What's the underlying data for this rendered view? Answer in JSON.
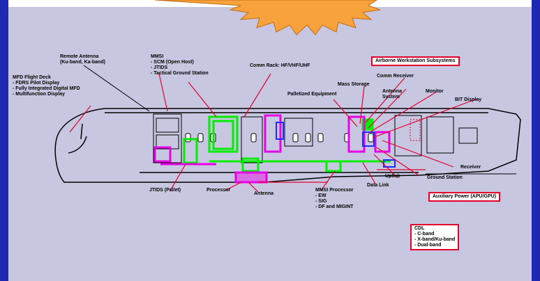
{
  "colors": {
    "panel": "#c7c7e2",
    "frame": "#1f28b0",
    "starburst": "#f7a23c",
    "callout_box": "#e4002b",
    "leader_line": "#e4002b",
    "equipment_green": "#00ee00",
    "equipment_magenta": "#e800e8",
    "equipment_blue": "#1e2cff"
  },
  "labels": {
    "remote_antenna": [
      "Remote Antenna",
      "(Ku-band, Ka-band)"
    ],
    "mmsi": [
      "MMSI",
      "- SCM (Open Host)",
      "- JTIDS",
      "- Tactical Ground Station"
    ],
    "comm_rack": "Comm Rack: HF/VHF/UHF",
    "mfd_flight_deck": [
      "MFD Flight Deck",
      "- FDRS Pilot Display",
      "- Fully Integrated Digital MFD",
      "- Multifunction Display"
    ],
    "palletized_systems": "Airborne Workstation Subsystems",
    "comm_receiver": "Comm Receiver",
    "mass_storage": "Mass Storage",
    "palletized_equipment": "Palletized Equipment",
    "antenna_system": [
      "Antenna",
      "System"
    ],
    "monitor": "Monitor",
    "bit_display": "BIT Display",
    "receiver": "Receiver",
    "ground_station": "Ground Station",
    "uplink_antenna": "Uplink",
    "data_link": "Data Link",
    "processor": "Processor",
    "antenna": "Antenna",
    "mmsi_processor": [
      "MMSI Processor",
      "- EW",
      "- SIG",
      "- DF and MIGINT"
    ],
    "jtids": "JTIDS (Pallet)",
    "auxiliary_power": "Auxiliary Power (APU/GPU)",
    "cdl": [
      "CDL",
      "- C-band",
      "- X-band/Ku-band",
      "- Dual-band"
    ]
  }
}
